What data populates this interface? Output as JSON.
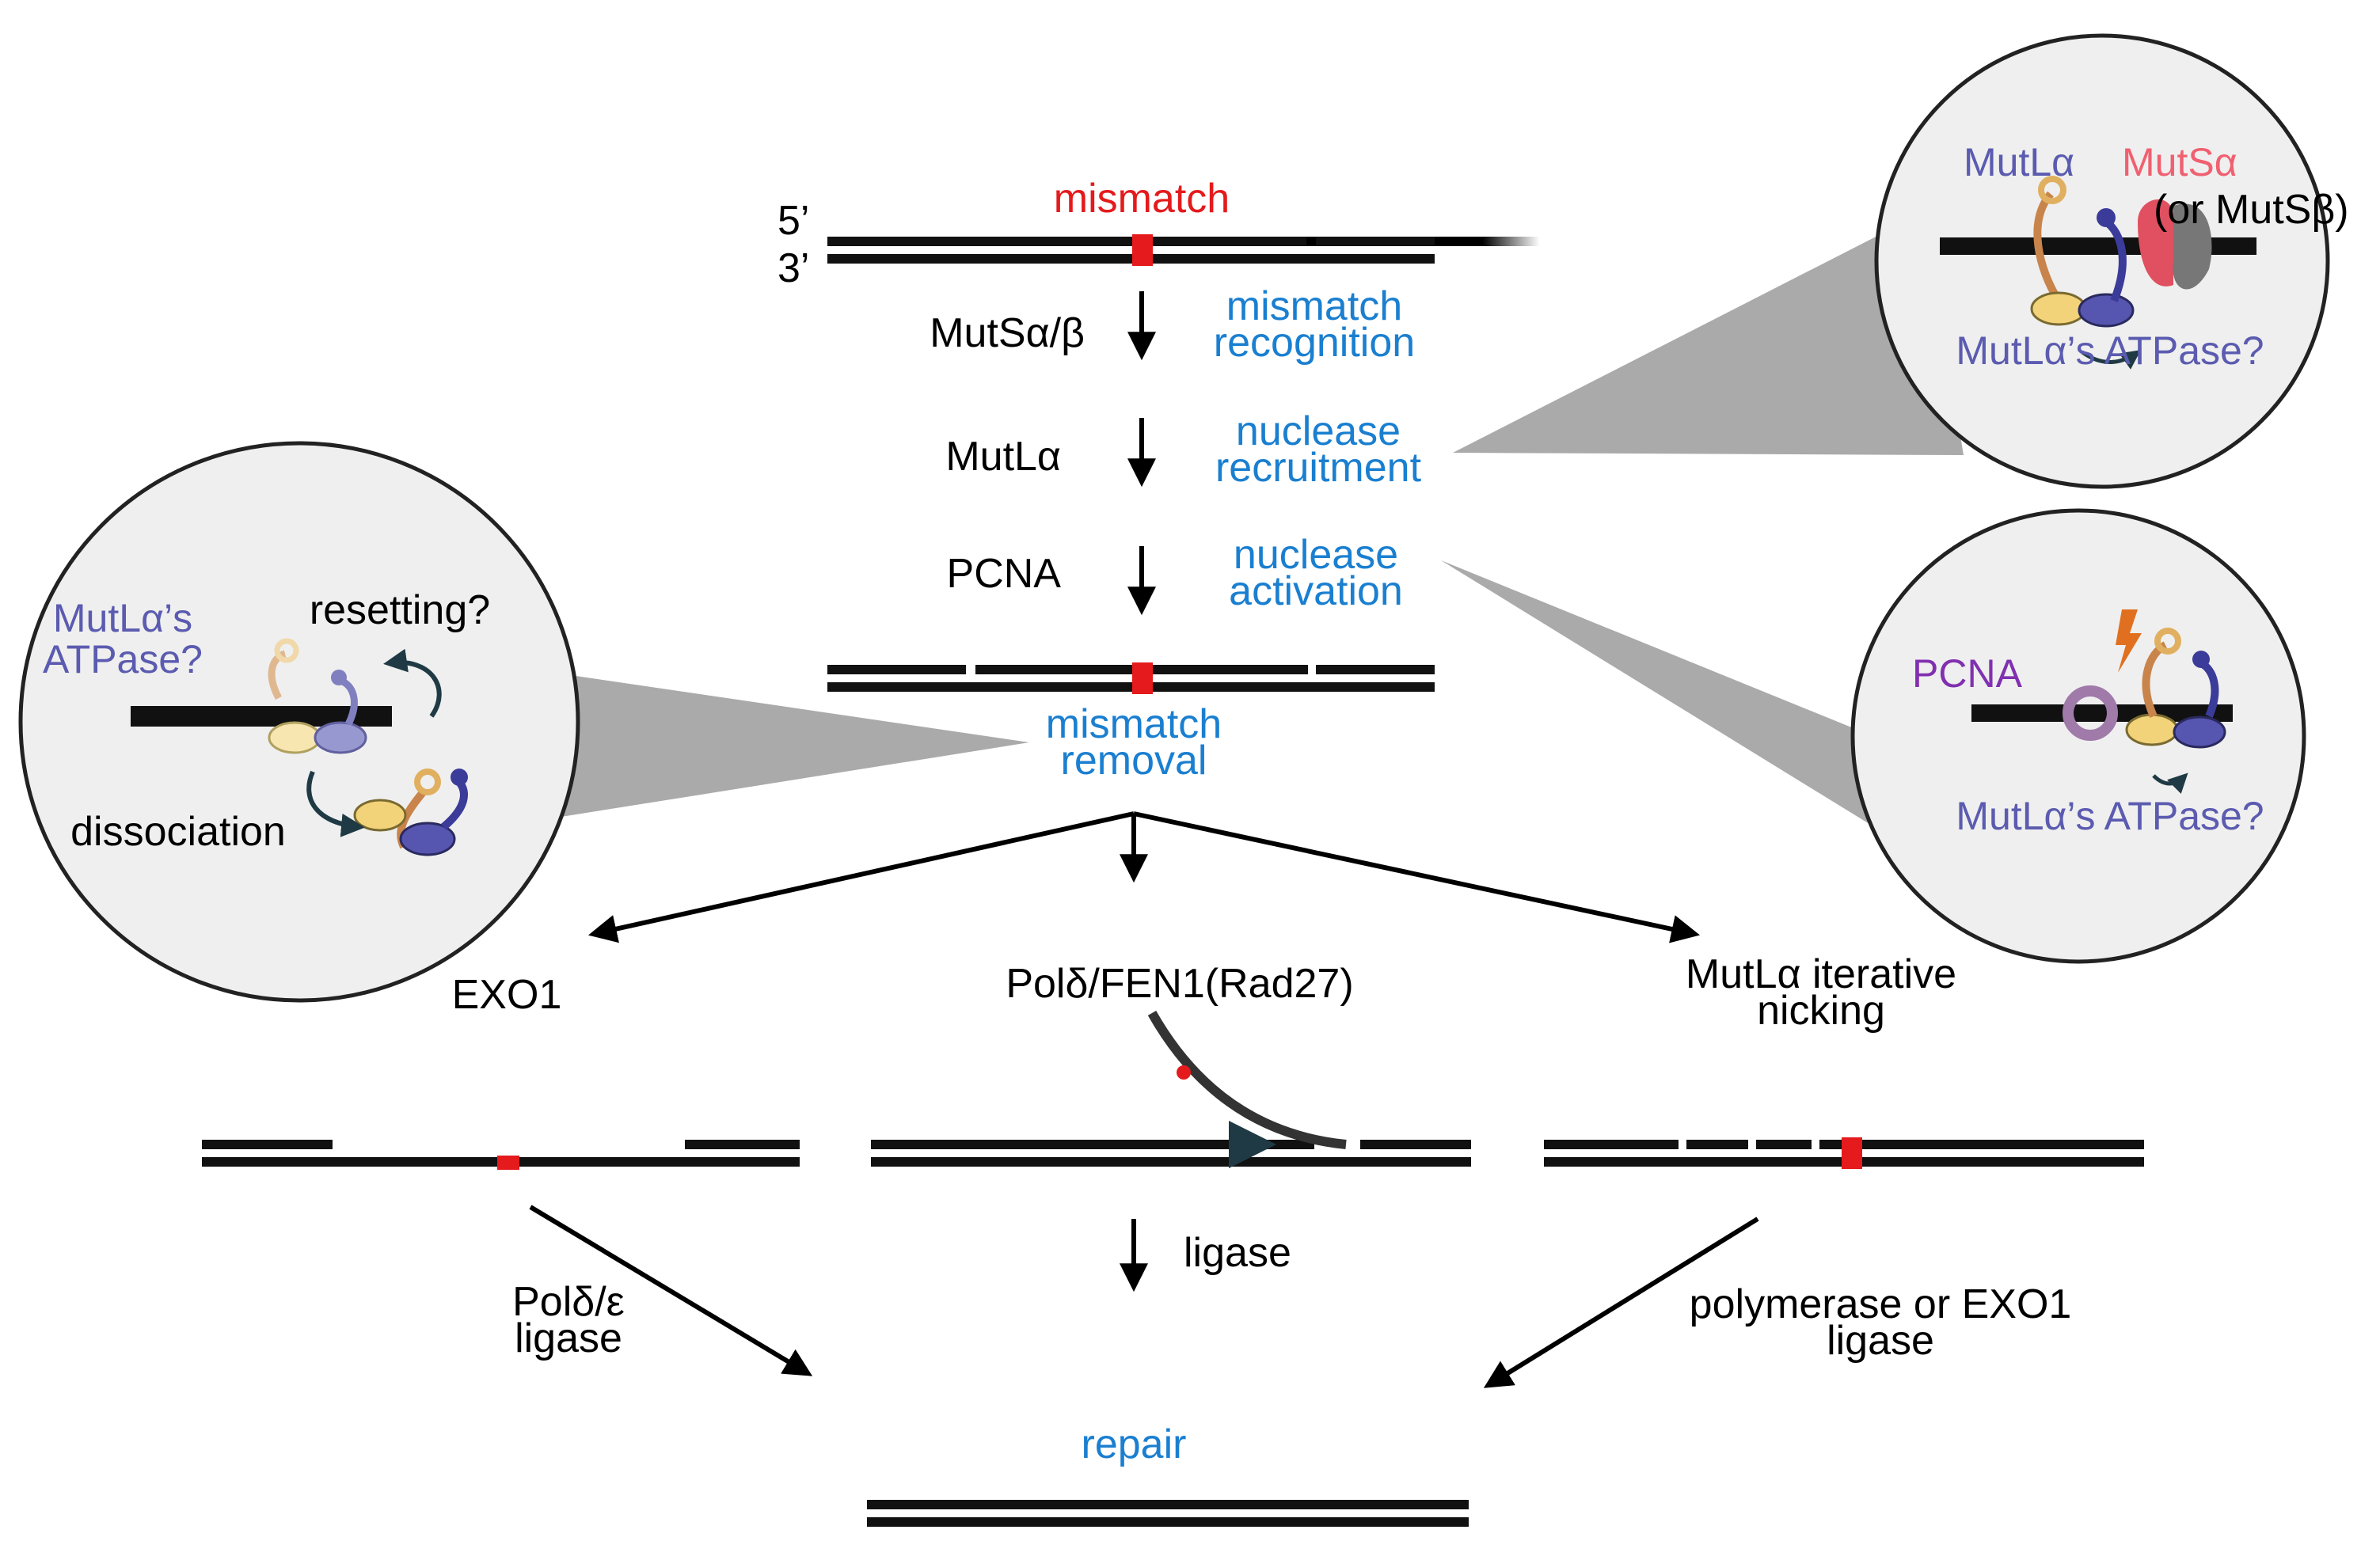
{
  "ends": {
    "five": "5’",
    "three": "3’"
  },
  "mismatch_label": "mismatch",
  "steps": [
    {
      "factor": "MutSα/β",
      "process_line1": "mismatch",
      "process_line2": "recognition"
    },
    {
      "factor": "MutLα",
      "process_line1": "nuclease",
      "process_line2": "recruitment"
    },
    {
      "factor": "PCNA",
      "process_line1": "nuclease",
      "process_line2": "activation"
    }
  ],
  "removal": {
    "line1": "mismatch",
    "line2": "removal"
  },
  "pathways": {
    "left": {
      "label": "EXO1",
      "next_line1": "Polδ/ε",
      "next_line2": "ligase"
    },
    "middle": {
      "label": "Polδ/FEN1(Rad27)",
      "next": "ligase"
    },
    "right": {
      "label_line1": "MutLα iterative",
      "label_line2": "nicking",
      "next_line1": "polymerase or EXO1",
      "next_line2": "ligase"
    }
  },
  "repair_label": "repair",
  "insets": {
    "top_right": {
      "mutl": "MutLα",
      "muts": "MutSα",
      "alt": "(or MutSβ)",
      "atpase": "MutLα’s ATPase?"
    },
    "mid_right": {
      "pcna": "PCNA",
      "atpase": "MutLα’s ATPase?"
    },
    "left": {
      "atpase_line1": "MutLα’s",
      "atpase_line2": "ATPase?",
      "resetting": "resetting?",
      "dissociation": "dissociation"
    }
  },
  "colors": {
    "process": "#1a7fd0",
    "mismatch": "#e41a1c",
    "mutl": "#5b5bb0",
    "muts": "#f06070",
    "pcna": "#8030b0",
    "inset_fill": "#efefef"
  }
}
